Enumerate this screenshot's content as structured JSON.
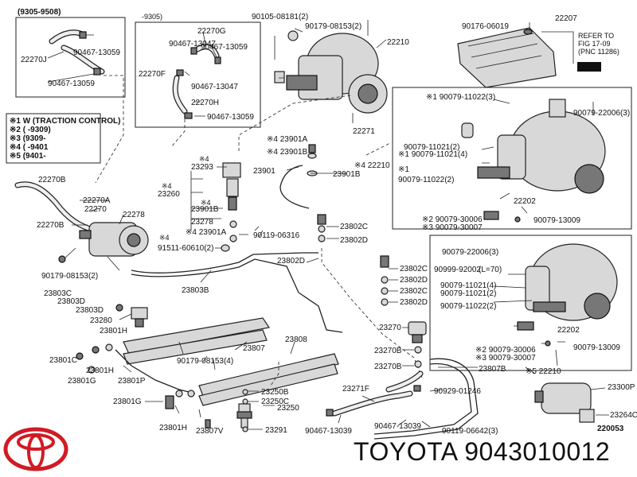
{
  "labels": {
    "top_left_box_title": "(9305-9508)",
    "top_mid_box_title": "-9305)",
    "p90105": "90105-08181(2)",
    "p90179_top": "90179-08153(2)",
    "p22210_top": "22210",
    "p90176": "90176-06019",
    "p22207": "22207",
    "refer1": "REFER TO",
    "refer2": "FIG 17-09",
    "refer3": "(PNC 11286)",
    "p22270G": "22270G",
    "p90467_13047_a": "90467-13047",
    "p90467_13059_a": "90467-13059",
    "p90467_13059_b": "90467-13059",
    "p22270J": "22270J",
    "p90467_13059_c": "90467-13059",
    "p22270F": "22270F",
    "p90467_13047_b": "90467-13047",
    "p22270H": "22270H",
    "p90467_13059_d": "90467-13059",
    "p22271": "22271",
    "legend1": "※1 W (TRACTION CONTROL)",
    "legend2": "※2 (      -9309)",
    "legend3": "※3 (9309-",
    "legend4": "※4 (      -9401",
    "legend5": "※5 (9401-",
    "p22270B_a": "22270B",
    "p22270A": "22270A",
    "p22270": "22270",
    "p22278": "22278",
    "p22270B_b": "22270B",
    "p90179_08153_2_l": "90179-08153(2)",
    "p23293": "23293",
    "star4_a": "※4",
    "star4_b": "※4",
    "star4_c": "※4",
    "p23260": "23260",
    "p23901B_a": "23901B",
    "p23278": "23278",
    "p23901A_a": "※4 23901A",
    "p23901B_top": "※4 23901B",
    "p23901": "23901",
    "p23901B_b": "23901B",
    "p23901A_b": "※4 23901A",
    "p90119_06316": "90119-06316",
    "p91511": "91511-60610(2)",
    "p23802C_a": "23802C",
    "p23802D_a": "23802D",
    "p23802D_b": "23802D",
    "p23803B": "23803B",
    "p23803C": "23803C",
    "p23803D_a": "23803D",
    "p23803D_b": "23803D",
    "p23280": "23280",
    "p23801H_a": "23801H",
    "p23801C": "23801C",
    "p23801H_b": "23801H",
    "p23801G_a": "23801G",
    "p23801P": "23801P",
    "p23801G_b": "23801G",
    "p23801H_c": "23801H",
    "p23807": "23807",
    "p23808": "23808",
    "p90179_08153_4": "90179-08153(4)",
    "p23250B": "23250B",
    "p23250C": "23250C",
    "p23250": "23250",
    "p23291": "23291",
    "p23807V": "23807V",
    "p23271F": "23271F",
    "p90467_13039_a": "90467-13039",
    "p90467_13039_b": "90467-13039",
    "p23802C_b": "23802C",
    "p23802D_c": "23802D",
    "p23802C_c": "23802C",
    "p23802D_d": "23802D",
    "p23270": "23270",
    "p23270B_a": "23270B",
    "p23270B_b": "23270B",
    "p23807B": "23807B",
    "p90929": "90929-01246",
    "p90119_06642": "90119-06642(3)",
    "p22210_mid": "※4 22210",
    "r1_p190079": "※1 90079-11022(3)",
    "r1_p90079_22006": "90079-22006(3)",
    "r1_p90079_11021_2": "90079-11021(2)",
    "r1_p90079_11021_4": "※1 90079-11021(4)",
    "r1_star1": "※1",
    "r1_p90079_11022_2": "90079-11022(2)",
    "r1_p22202": "22202",
    "r1_p90079_30006": "※2 90079-30006",
    "r1_p90079_30007": "※3 90079-30007",
    "r1_p90079_13009": "90079-13009",
    "r2_p90079_22006": "90079-22006(3)",
    "r2_p90999": "90999-92002",
    "r2_l70": "(L=70)",
    "r2_p90079_11021_4": "90079-11021(4)",
    "r2_p90079_11021_2": "90079-11021(2)",
    "r2_p90079_11022_2": "90079-11022(2)",
    "r2_p22202": "22202",
    "r2_p90079_30006": "※2 90079-30006",
    "r2_p90079_30007": "※3 90079-30007",
    "r2_p90079_13009": "90079-13009",
    "p22210_bottom": "※5 22210",
    "p23300P": "23300P",
    "p23264C": "23264C",
    "fig_code": "220053"
  },
  "brand": {
    "name": "TOYOTA",
    "part_number": "9043010012"
  },
  "colors": {
    "ink": "#111111",
    "logo_red": "#d01b24",
    "background": "#ffffff"
  }
}
